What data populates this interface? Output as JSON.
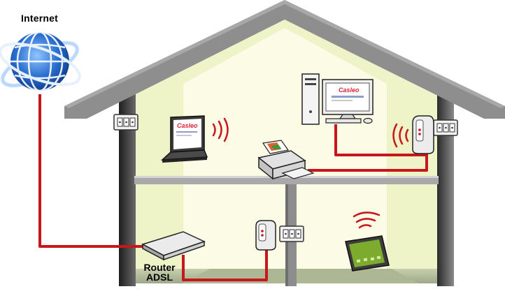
{
  "labels": {
    "internet": "Internet",
    "router_line1": "Router",
    "router_line2": "ADSL"
  },
  "screen_logo": "Casleo",
  "colors": {
    "cable": "#c8161d",
    "roof": "#8e8e8e",
    "wall_dark": "#2b2b2b",
    "wall_light": "#9c9c9c",
    "interior": "#eef3c8",
    "interior_highlight": "#fbfbe6",
    "floor": "#b9c2a3",
    "globe": "#1f5fb8",
    "tablet_screen": "#7cab2d"
  },
  "icons": [
    "globe-icon",
    "laptop-icon",
    "desktop-computer-icon",
    "printer-icon",
    "powerline-adapter-icon",
    "router-icon",
    "tablet-icon",
    "wall-socket-icon",
    "wifi-waves-icon"
  ]
}
